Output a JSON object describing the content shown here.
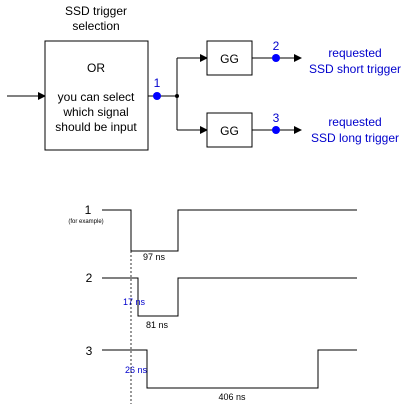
{
  "title": {
    "line1": "SSD trigger",
    "line2": "selection"
  },
  "or_box": {
    "or_label": "OR",
    "line1": "you can select",
    "line2": "which signal",
    "line3": "should be input"
  },
  "gates": {
    "top": "GG",
    "bottom": "GG"
  },
  "nodes": {
    "n1": "1",
    "n2": "2",
    "n3": "3"
  },
  "outputs": {
    "short_line1": "requested",
    "short_line2": "SSD short trigger",
    "long_line1": "requested",
    "long_line2": "SSD long trigger"
  },
  "timing": {
    "signal1_label": "1",
    "signal1_note": "(for example)",
    "signal1_width": "97 ns",
    "signal2_label": "2",
    "signal2_delay": "17 ns",
    "signal2_width": "81 ns",
    "signal3_label": "3",
    "signal3_delay": "26 ns",
    "signal3_width": "406 ns"
  },
  "colors": {
    "line": "#000000",
    "accent": "#0000cc",
    "node_dot": "#0000ff"
  }
}
